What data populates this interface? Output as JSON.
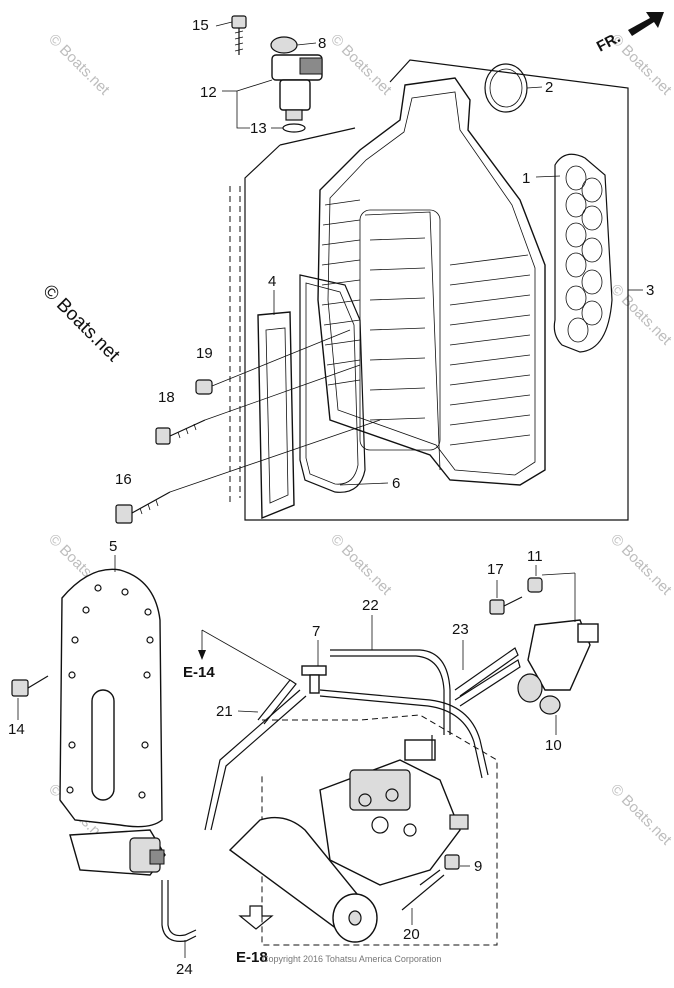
{
  "direction_label": "FR.",
  "part_numbers": {
    "p1": "1",
    "p2": "2",
    "p3": "3",
    "p4": "4",
    "p5": "5",
    "p6": "6",
    "p7": "7",
    "p8": "8",
    "p9": "9",
    "p10": "10",
    "p11": "11",
    "p12": "12",
    "p13": "13",
    "p14": "14",
    "p15": "15",
    "p16": "16",
    "p17": "17",
    "p18": "18",
    "p19": "19",
    "p20": "20",
    "p21": "21",
    "p22": "22",
    "p23": "23",
    "p24": "24"
  },
  "references": {
    "e14": "E-14",
    "e18": "E-18"
  },
  "watermarks": {
    "main": "© Boats.net",
    "small": "© Boats.net"
  },
  "copyright": "Copyright 2016 Tohatsu America Corporation"
}
